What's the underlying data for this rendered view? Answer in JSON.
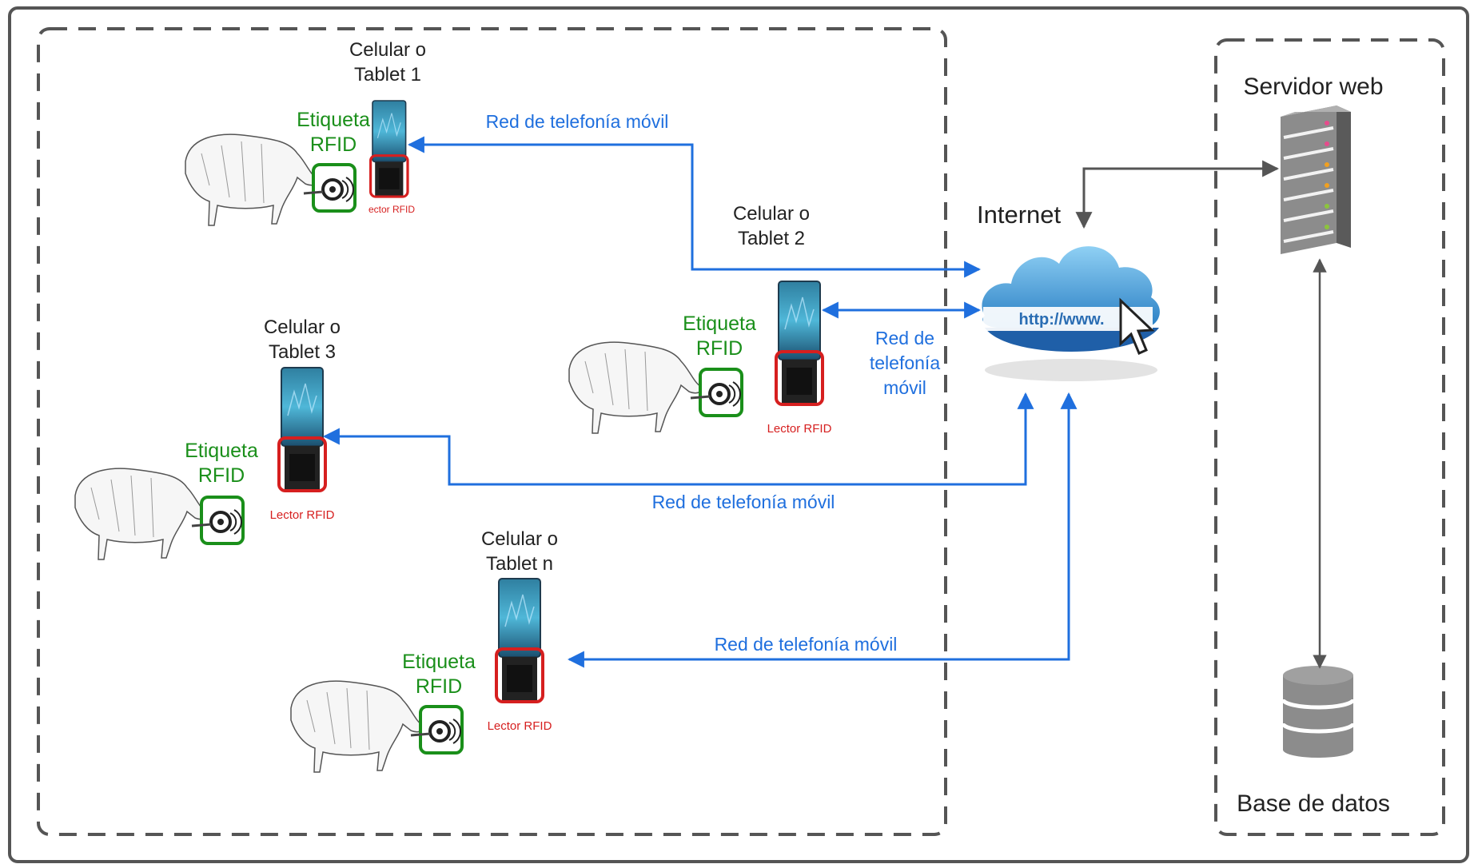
{
  "devices": [
    {
      "title_line1": "Celular o",
      "title_line2": "Tablet 1",
      "tag_line1": "Etiqueta",
      "tag_line2": "RFID",
      "reader": "ector RFID"
    },
    {
      "title_line1": "Celular o",
      "title_line2": "Tablet 2",
      "tag_line1": "Etiqueta",
      "tag_line2": "RFID",
      "reader": "Lector RFID"
    },
    {
      "title_line1": "Celular o",
      "title_line2": "Tablet 3",
      "tag_line1": "Etiqueta",
      "tag_line2": "RFID",
      "reader": "Lector RFID"
    },
    {
      "title_line1": "Celular o",
      "title_line2": "Tablet n",
      "tag_line1": "Etiqueta",
      "tag_line2": "RFID",
      "reader": "Lector RFID"
    }
  ],
  "links": {
    "net1": "Red de telefonía móvil",
    "net2_line1": "Red de",
    "net2_line2": "telefonía",
    "net2_line3": "móvil",
    "net3": "Red de telefonía móvil",
    "netn": "Red de telefonía móvil"
  },
  "internet": {
    "label": "Internet",
    "url": "http://www."
  },
  "server": {
    "label": "Servidor web"
  },
  "database": {
    "label": "Base de datos"
  },
  "colors": {
    "arrow_blue": "#1f6fde",
    "tag_green": "#1a8f1a",
    "reader_red": "#d61f1f",
    "border_gray": "#555555"
  }
}
